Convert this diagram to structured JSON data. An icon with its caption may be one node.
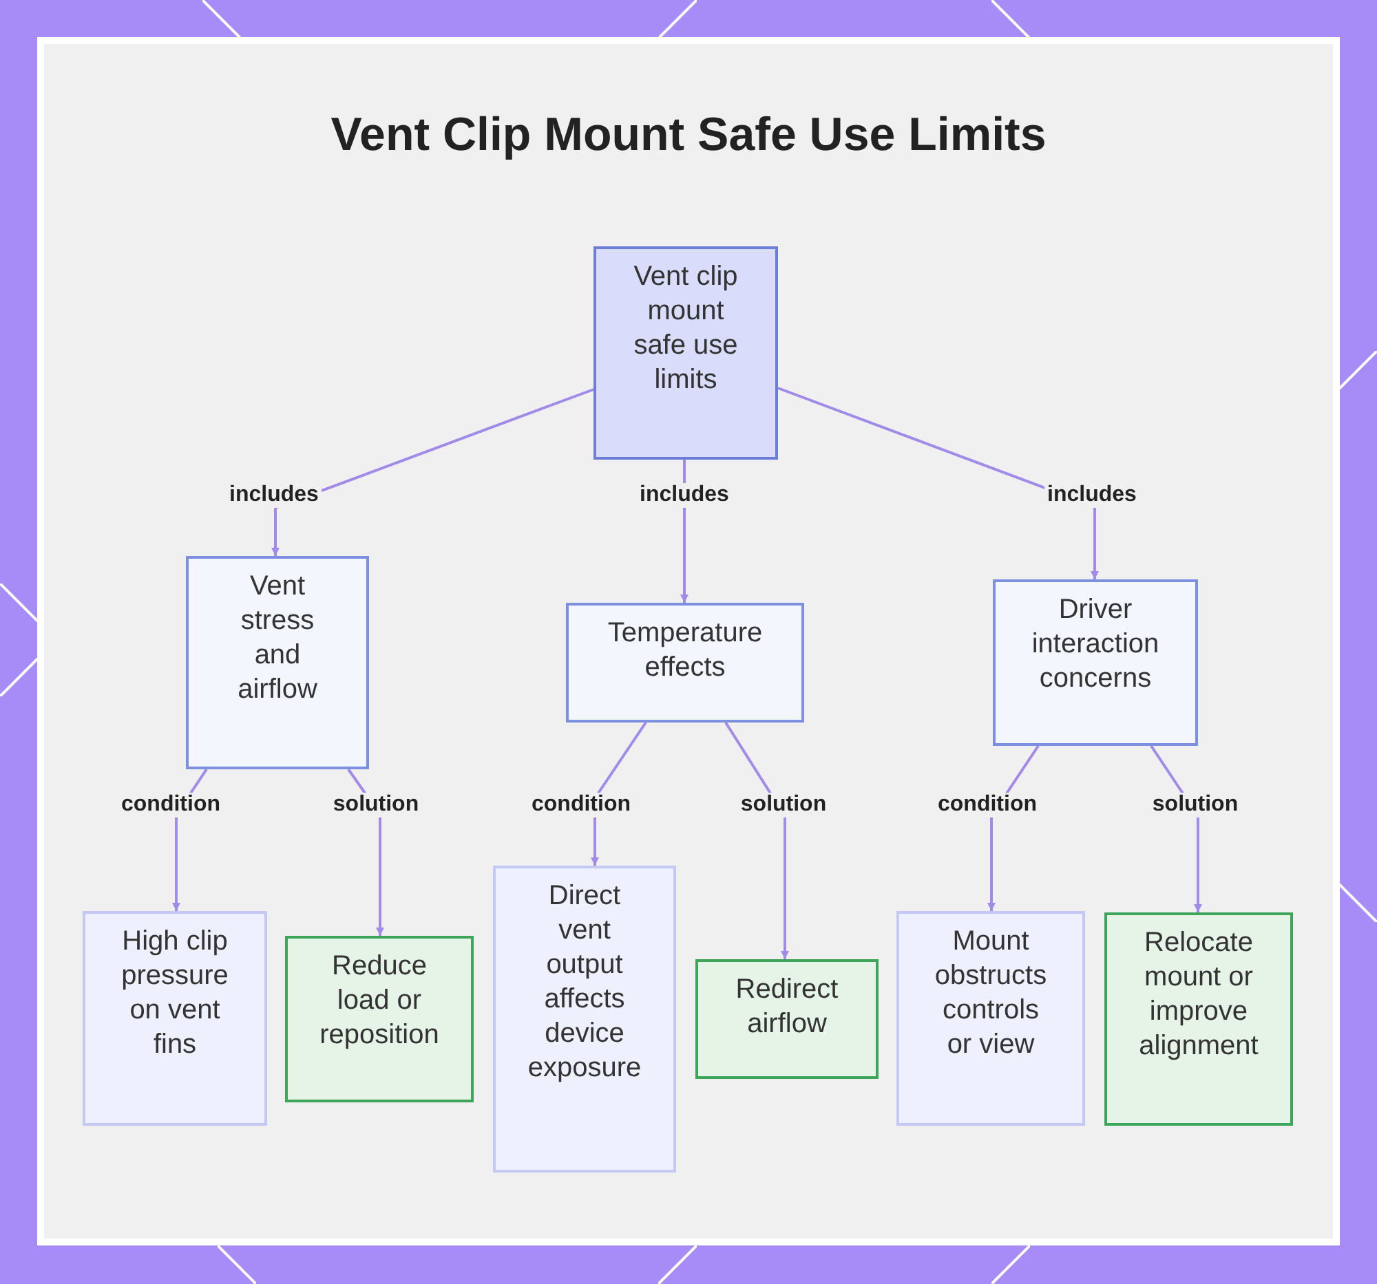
{
  "diagram": {
    "title": "Vent Clip Mount Safe Use Limits",
    "nodes": [
      {
        "text": [
          "Vent clip mount safe use limits"
        ]
      },
      {
        "text": [
          "Vent stress and airflow"
        ]
      },
      {
        "text": [
          "Temperature effects"
        ]
      },
      {
        "text": [
          "Driver interaction concerns"
        ]
      },
      {
        "text": [
          "High clip pressure on vent fins"
        ]
      },
      {
        "text": [
          "Reduce load or reposition"
        ]
      },
      {
        "text": [
          "Direct vent output affects device exposure"
        ]
      },
      {
        "text": [
          "Redirect airflow"
        ]
      },
      {
        "text": [
          "Mount obstructs controls or view"
        ]
      },
      {
        "text": [
          "Relocate mount or improve alignment"
        ]
      }
    ],
    "edges": [
      {
        "from": 0,
        "to": 1,
        "arrow": "to",
        "label": "includes"
      },
      {
        "from": 0,
        "to": 2,
        "arrow": "to",
        "label": "includes"
      },
      {
        "from": 0,
        "to": 3,
        "arrow": "to",
        "label": "includes"
      },
      {
        "from": 1,
        "to": 4,
        "arrow": "to",
        "label": "condition"
      },
      {
        "from": 1,
        "to": 5,
        "arrow": "to",
        "label": "solution"
      },
      {
        "from": 2,
        "to": 6,
        "arrow": "to",
        "label": "condition"
      },
      {
        "from": 2,
        "to": 7,
        "arrow": "to",
        "label": "solution"
      },
      {
        "from": 3,
        "to": 8,
        "arrow": "to",
        "label": "condition"
      },
      {
        "from": 3,
        "to": 9,
        "arrow": "to",
        "label": "solution"
      }
    ]
  }
}
